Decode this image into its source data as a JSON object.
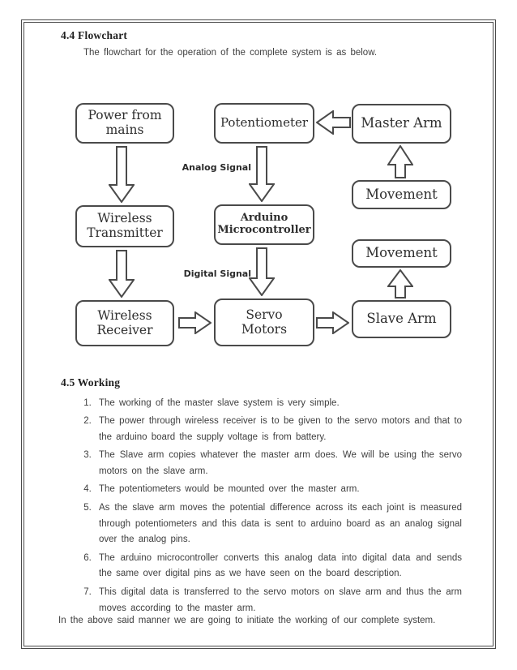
{
  "flowchart_section": {
    "heading": "4.4 Flowchart",
    "intro": "The flowchart for the operation of the complete system is as below."
  },
  "flowchart": {
    "nodes": {
      "power": "Power from mains",
      "potentiometer": "Potentiometer",
      "master_arm": "Master Arm",
      "movement_top": "Movement",
      "wireless_transmitter": "Wireless Transmitter",
      "arduino": "Arduino Microcontroller",
      "movement_bottom": "Movement",
      "wireless_receiver": "Wireless Receiver",
      "servo_motors": "Servo Motors",
      "slave_arm": "Slave Arm"
    },
    "labels": {
      "analog": "Analog Signal",
      "digital": "Digital Signal"
    }
  },
  "working_section": {
    "heading": "4.5 Working",
    "items": [
      "The working of the master slave system is very simple.",
      "The power through wireless receiver is to be given to the servo motors and that to the arduino board the supply voltage is from battery.",
      "The Slave arm copies whatever the master arm does. We will be using the servo motors on the slave arm.",
      "The potentiometers would be mounted over the master arm.",
      "As the slave arm moves the potential difference across its each joint is measured through potentiometers and this data is sent to arduino board as an analog signal over the analog pins.",
      "The arduino microcontroller converts this analog data into digital data and sends the same over digital pins as we have seen on the board description.",
      "This digital data is transferred to the servo motors on slave arm and thus the arm moves according to the master arm."
    ],
    "closing": "In the above said manner we are going to initiate the working of our complete system."
  },
  "colors": {
    "ink": "#4a4a4a",
    "body_text": "#3f3f3f"
  }
}
